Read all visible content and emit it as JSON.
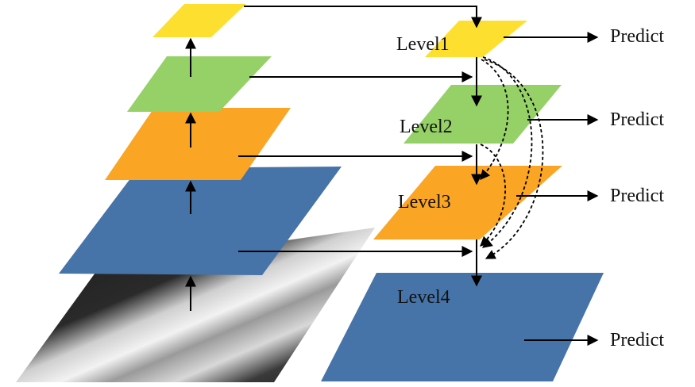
{
  "diagram": {
    "levels": [
      {
        "label": "Level1",
        "color": "#FDE02F"
      },
      {
        "label": "Level2",
        "color": "#96D168"
      },
      {
        "label": "Level3",
        "color": "#FBA524"
      },
      {
        "label": "Level4",
        "color": "#4673A8"
      }
    ],
    "predict_label": "Predict",
    "backbone_colors": [
      "#FDE02F",
      "#96D168",
      "#FBA524",
      "#4673A8"
    ],
    "input_image": "grayscale-pipe-image",
    "arrow_color": "#000000"
  }
}
